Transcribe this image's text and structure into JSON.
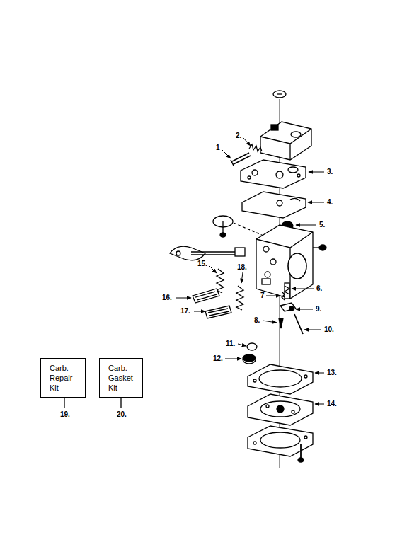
{
  "diagram": {
    "nodes": [
      {
        "text": [
          "Carb. Repair Kit"
        ]
      },
      {
        "text": [
          "Carb. Gasket Kit"
        ]
      }
    ],
    "edges": [],
    "labels": [
      "1",
      "2.",
      "3.",
      "4.",
      "5.",
      "6.",
      "7",
      "8.",
      "9.",
      "10.",
      "11.",
      "12.",
      "13.",
      "14.",
      "15.",
      "16.",
      "17.",
      "18.",
      "19.",
      "20."
    ]
  }
}
